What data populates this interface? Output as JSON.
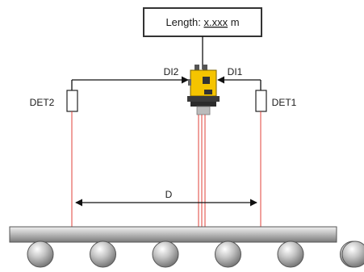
{
  "display": {
    "prefix": "Length: ",
    "value": "x.xxx",
    "unit": " m"
  },
  "sensor": {
    "body_color": "#f5c400"
  },
  "labels": {
    "di2": "DI2",
    "di1": "DI1",
    "det2": "DET2",
    "det1": "DET1",
    "distance": "D"
  },
  "colors": {
    "beam": "#e0423a",
    "line": "#111111"
  },
  "conveyor": {
    "roller_count": 6
  }
}
